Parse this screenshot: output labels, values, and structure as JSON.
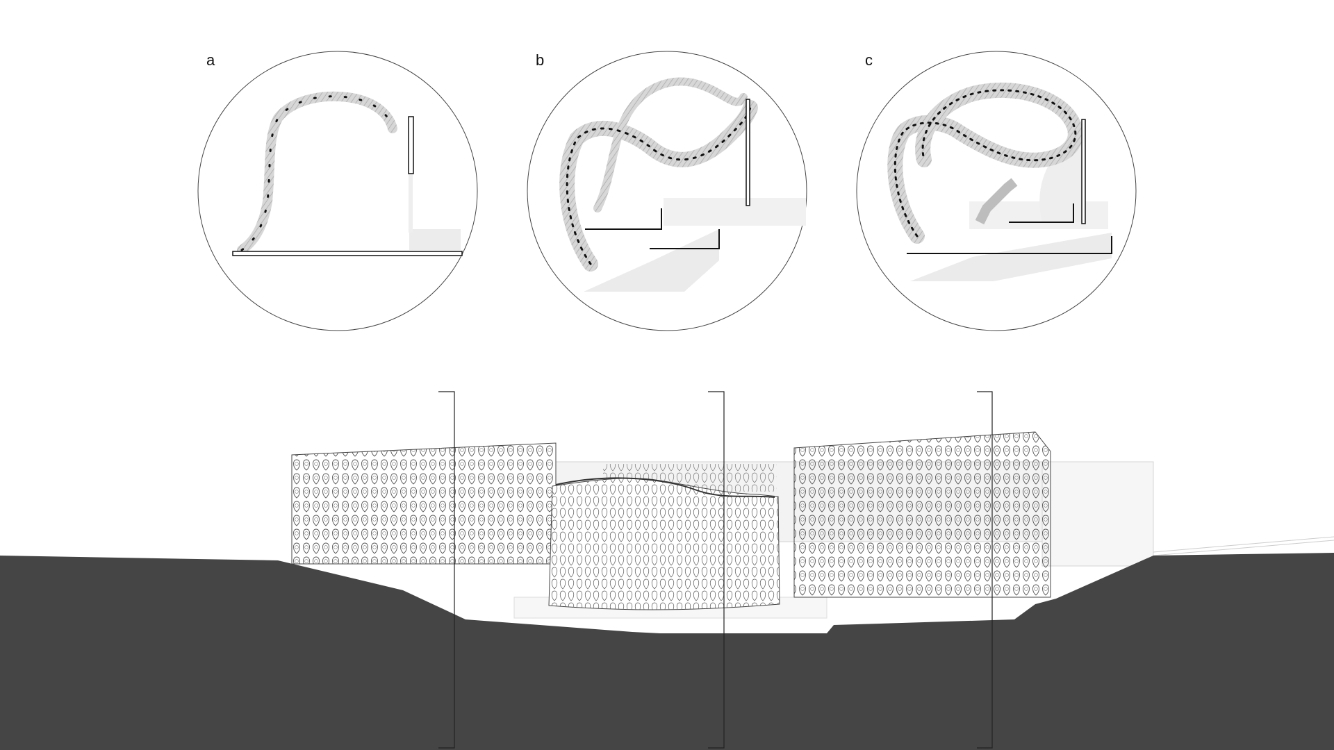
{
  "panels": [
    {
      "label": "a"
    },
    {
      "label": "b"
    },
    {
      "label": "c"
    }
  ],
  "colors": {
    "ground": "#454545",
    "line": "#222222",
    "mesh": "#555555",
    "ribbon": "#cfcfcf",
    "shadow": "#e6e6e6"
  }
}
